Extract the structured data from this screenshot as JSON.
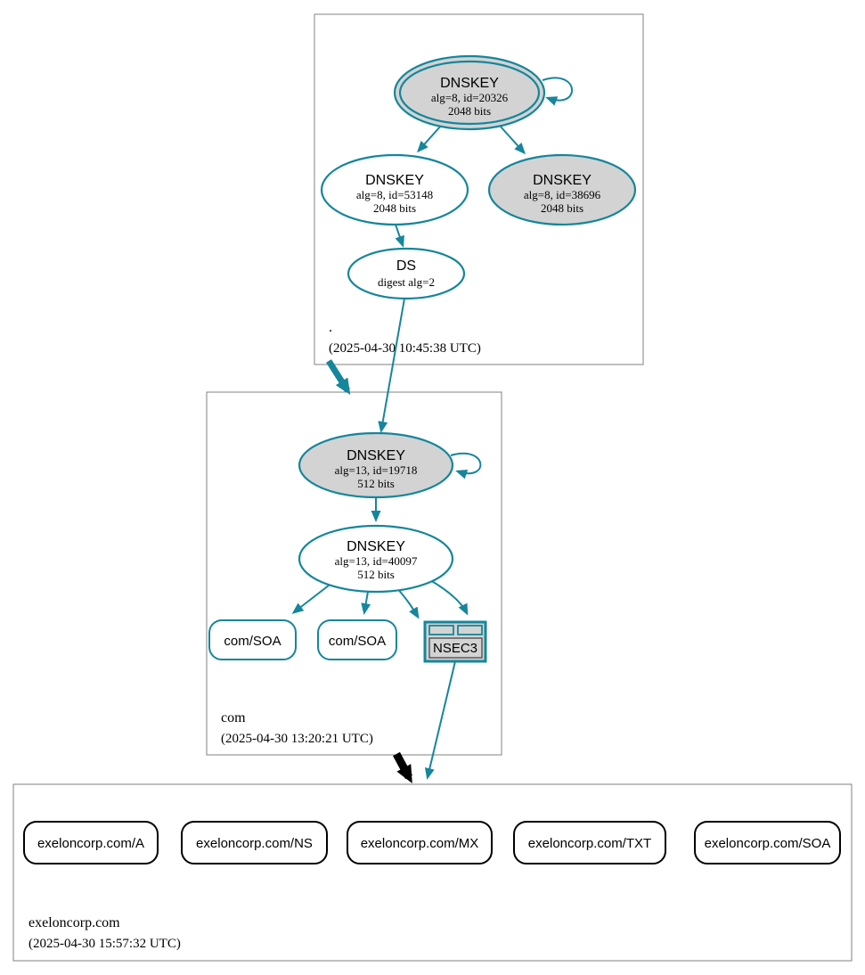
{
  "colors": {
    "teal": "#15869b",
    "gray": "#d3d3d3",
    "border": "#808080",
    "black": "#000000"
  },
  "zones": {
    "root": {
      "label": ".",
      "timestamp": "(2025-04-30 10:45:38 UTC)",
      "ksk": {
        "title": "DNSKEY",
        "detail1": "alg=8, id=20326",
        "detail2": "2048 bits"
      },
      "zsk": {
        "title": "DNSKEY",
        "detail1": "alg=8, id=53148",
        "detail2": "2048 bits"
      },
      "ksk2": {
        "title": "DNSKEY",
        "detail1": "alg=8, id=38696",
        "detail2": "2048 bits"
      },
      "ds": {
        "title": "DS",
        "detail1": "digest alg=2"
      }
    },
    "com": {
      "label": "com",
      "timestamp": "(2025-04-30 13:20:21 UTC)",
      "ksk": {
        "title": "DNSKEY",
        "detail1": "alg=13, id=19718",
        "detail2": "512 bits"
      },
      "zsk": {
        "title": "DNSKEY",
        "detail1": "alg=13, id=40097",
        "detail2": "512 bits"
      },
      "rrsets": [
        "com/SOA",
        "com/SOA"
      ],
      "nsec3": "NSEC3"
    },
    "exeloncorp": {
      "label": "exeloncorp.com",
      "timestamp": "(2025-04-30 15:57:32 UTC)",
      "rrsets": [
        "exeloncorp.com/A",
        "exeloncorp.com/NS",
        "exeloncorp.com/MX",
        "exeloncorp.com/TXT",
        "exeloncorp.com/SOA"
      ]
    }
  }
}
